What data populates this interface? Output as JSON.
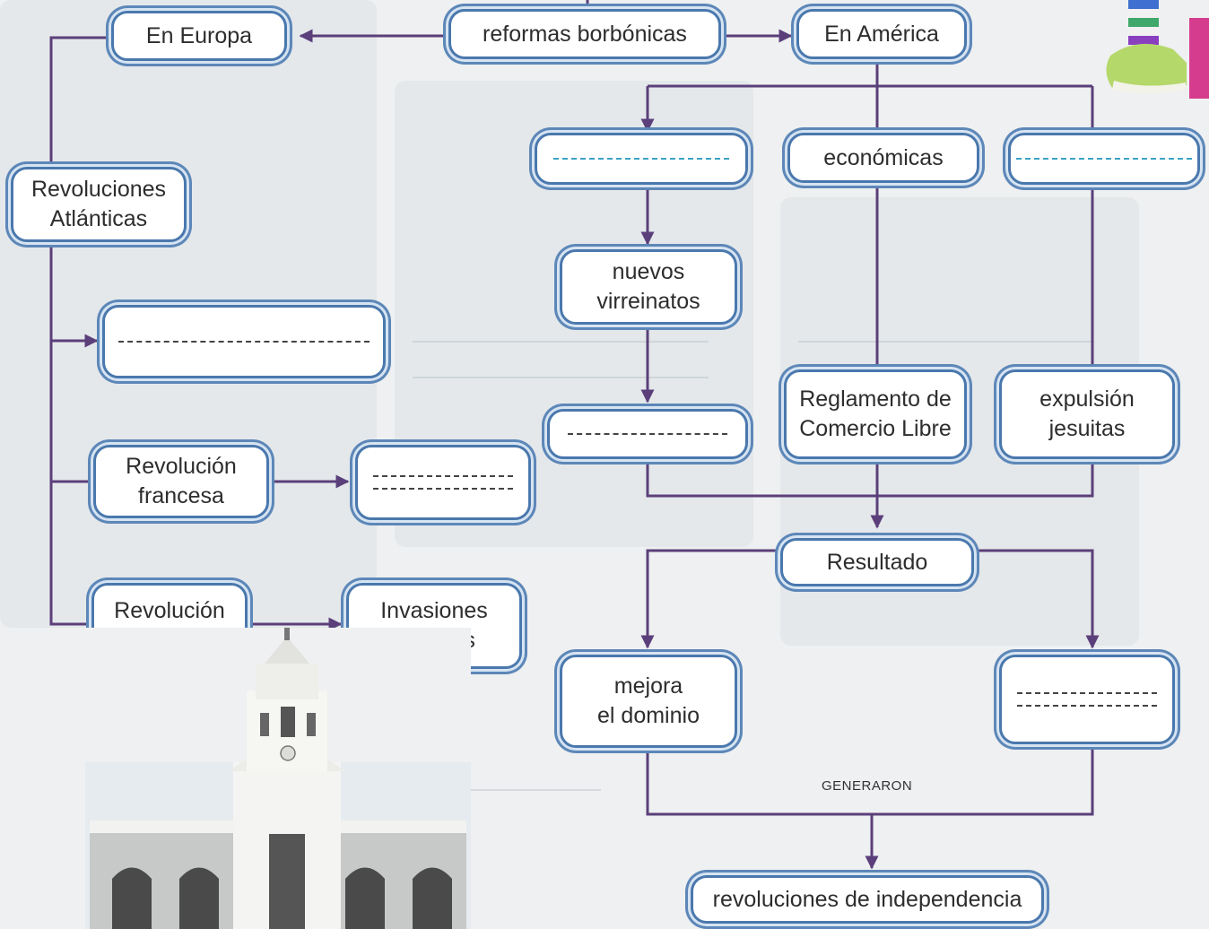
{
  "nodes": {
    "reformas": "reformas borbónicas",
    "europa": "En Europa",
    "america": "En América",
    "economicas": "económicas",
    "revoluciones_atlanticas": "Revoluciones\nAtlánticas",
    "nuevos_virreinatos": "nuevos\nvirreinatos",
    "reglamento": "Reglamento de\nComercio Libre",
    "expulsion": "expulsión\njesuitas",
    "revolucion_francesa": "Revolución\nfrancesa",
    "revolucion_industrial": "Revolución\nIndustrial",
    "invasiones": "Invasiones\ninglesas",
    "resultado": "Resultado",
    "mejora": "mejora\nel dominio",
    "independencia": "revoluciones de independencia"
  },
  "edge_labels": {
    "generaron": "GENERARON"
  },
  "colors": {
    "node_border": "#4a78ad",
    "arrow": "#5b3f7a",
    "dash_blank": "#3aa3c4"
  },
  "icons": {
    "building": "cabildo-building-photo",
    "shoe": "sneaker-photo"
  }
}
